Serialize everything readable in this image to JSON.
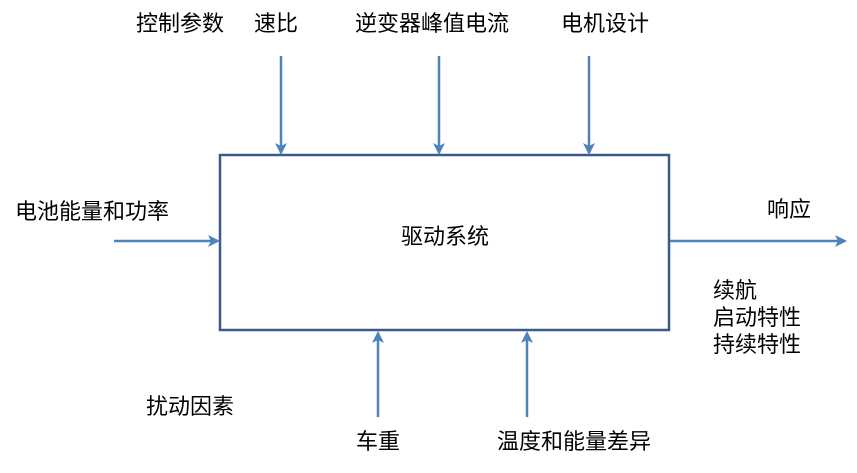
{
  "diagram": {
    "block_label": "驱动系统",
    "top_labels": {
      "control_params": "控制参数",
      "speed_ratio": "速比",
      "inverter_current": "逆变器峰值电流",
      "motor_design": "电机设计"
    },
    "left_label": "电池能量和功率",
    "right_label": "响应",
    "right_notes": [
      "续航",
      "启动特性",
      "持续特性"
    ],
    "disturbance_label": "扰动因素",
    "bottom_labels": {
      "vehicle_weight": "车重",
      "temp_energy": "温度和能量差异"
    },
    "colors": {
      "arrow": "#4f81bd",
      "box_border": "#3b5a8c",
      "text": "#000000"
    }
  }
}
